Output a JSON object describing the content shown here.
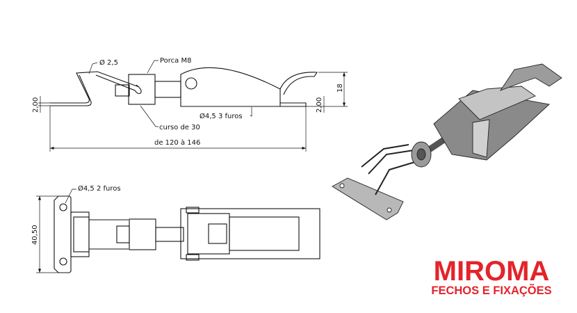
{
  "side_view": {
    "wire_diameter": "Ø 2,5",
    "nut": "Porca M8",
    "stroke": "curso de 30",
    "holes": "Ø4,5  3 furos",
    "length": "de 120 à 146",
    "height": "18",
    "thickness_left": "2,00",
    "thickness_right": "2,00"
  },
  "top_view": {
    "holes": "Ø4,5  2 furos",
    "width": "40,50"
  },
  "logo": {
    "name": "MIROMA",
    "tagline": "FECHOS E FIXAÇÕES",
    "color": "#e3242b"
  }
}
